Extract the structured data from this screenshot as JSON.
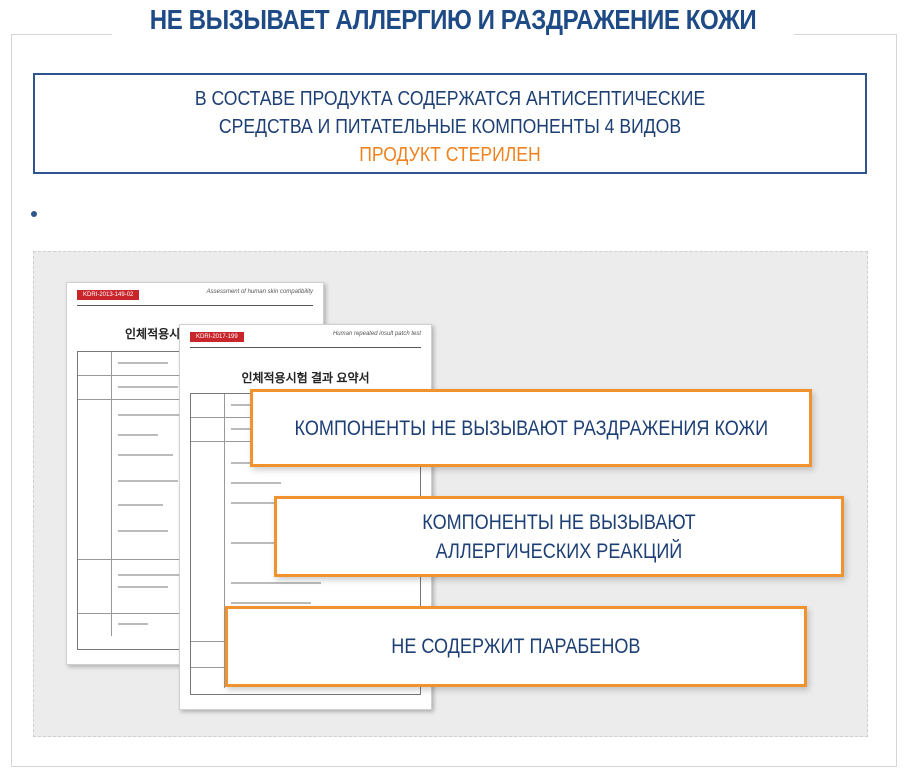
{
  "header": {
    "title": "НЕ ВЫЗЫВАЕТ АЛЛЕРГИЮ И РАЗДРАЖЕНИЕ КОЖИ"
  },
  "info": {
    "line1": "В СОСТАВЕ ПРОДУКТА СОДЕРЖАТСЯ АНТИСЕПТИЧЕСКИЕ",
    "line2": "СРЕДСТВА И ПИТАТЕЛЬНЫЕ КОМПОНЕНТЫ 4 ВИДОВ",
    "line3": "ПРОДУКТ СТЕРИЛЕН"
  },
  "documents": [
    {
      "code": "KDRI-2013-149-02",
      "header": "Assessment of human skin compatibility",
      "title": "인체적용시"
    },
    {
      "code": "KDRI-2017-199",
      "header": "Human repeated insult patch test",
      "title": "인체적용시험 결과 요약서"
    }
  ],
  "callouts": {
    "first": "КОМПОНЕНТЫ НЕ ВЫЗЫВАЮТ РАЗДРАЖЕНИЯ КОЖИ",
    "second_line1": "КОМПОНЕНТЫ НЕ ВЫЗЫВАЮТ",
    "second_line2": "АЛЛЕРГИЧЕСКИХ РЕАКЦИЙ",
    "third": "НЕ СОДЕРЖИТ ПАРАБЕНОВ"
  },
  "colors": {
    "primary": "#1e4a86",
    "accent": "#f0821f",
    "callout_border": "#f0922e",
    "doc_tag": "#c9262c"
  }
}
